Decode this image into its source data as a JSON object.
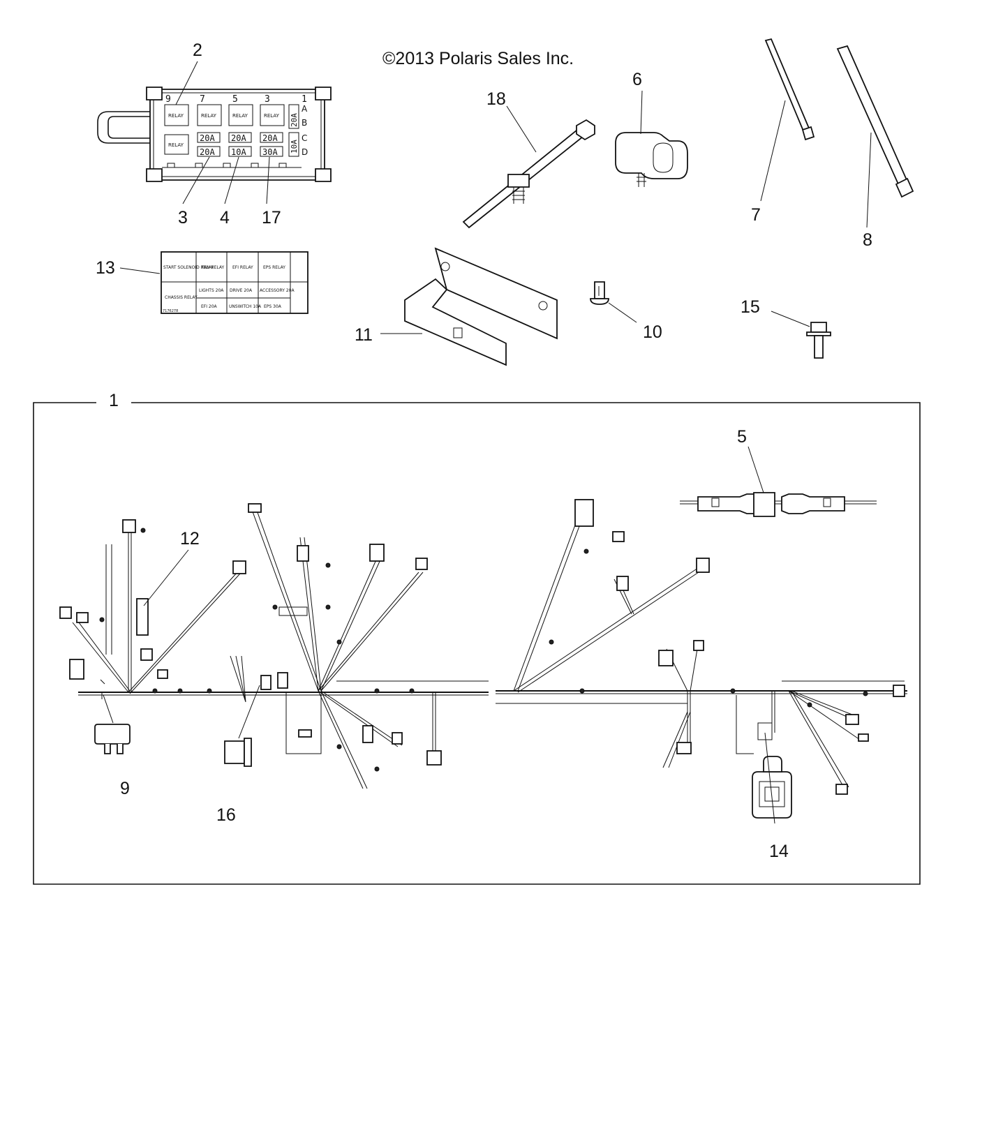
{
  "copyright": "©2013 Polaris Sales Inc.",
  "callouts": {
    "c1": "1",
    "c2": "2",
    "c3": "3",
    "c4": "4",
    "c5": "5",
    "c6": "6",
    "c7": "7",
    "c8": "8",
    "c9": "9",
    "c10": "10",
    "c11": "11",
    "c12": "12",
    "c13": "13",
    "c14": "14",
    "c15": "15",
    "c16": "16",
    "c17": "17",
    "c18": "18"
  },
  "fuse_box": {
    "relay_label": "RELAY",
    "top_numbers": [
      "9",
      "7",
      "5",
      "3",
      "1"
    ],
    "row_letters": [
      "A",
      "B",
      "C",
      "D"
    ],
    "fuses_row_c": [
      "20A",
      "20A",
      "20A"
    ],
    "fuses_row_d": [
      "20A",
      "10A",
      "30A"
    ],
    "side_fuse_top": "20A",
    "side_fuse_bottom": "10A"
  },
  "decal": {
    "row1": [
      "START SOLENOID RELAY",
      "FAN RELAY",
      "EFI RELAY",
      "EPS RELAY"
    ],
    "row2_col1": "CHASSIS RELAY",
    "row2_top": [
      "LIGHTS 20A",
      "DRIVE 20A",
      "ACCESSORY 20A"
    ],
    "row2_bottom": [
      "EFI 20A",
      "UNSWITCH 10A",
      "EPS 30A"
    ],
    "part_no": "7176278"
  }
}
